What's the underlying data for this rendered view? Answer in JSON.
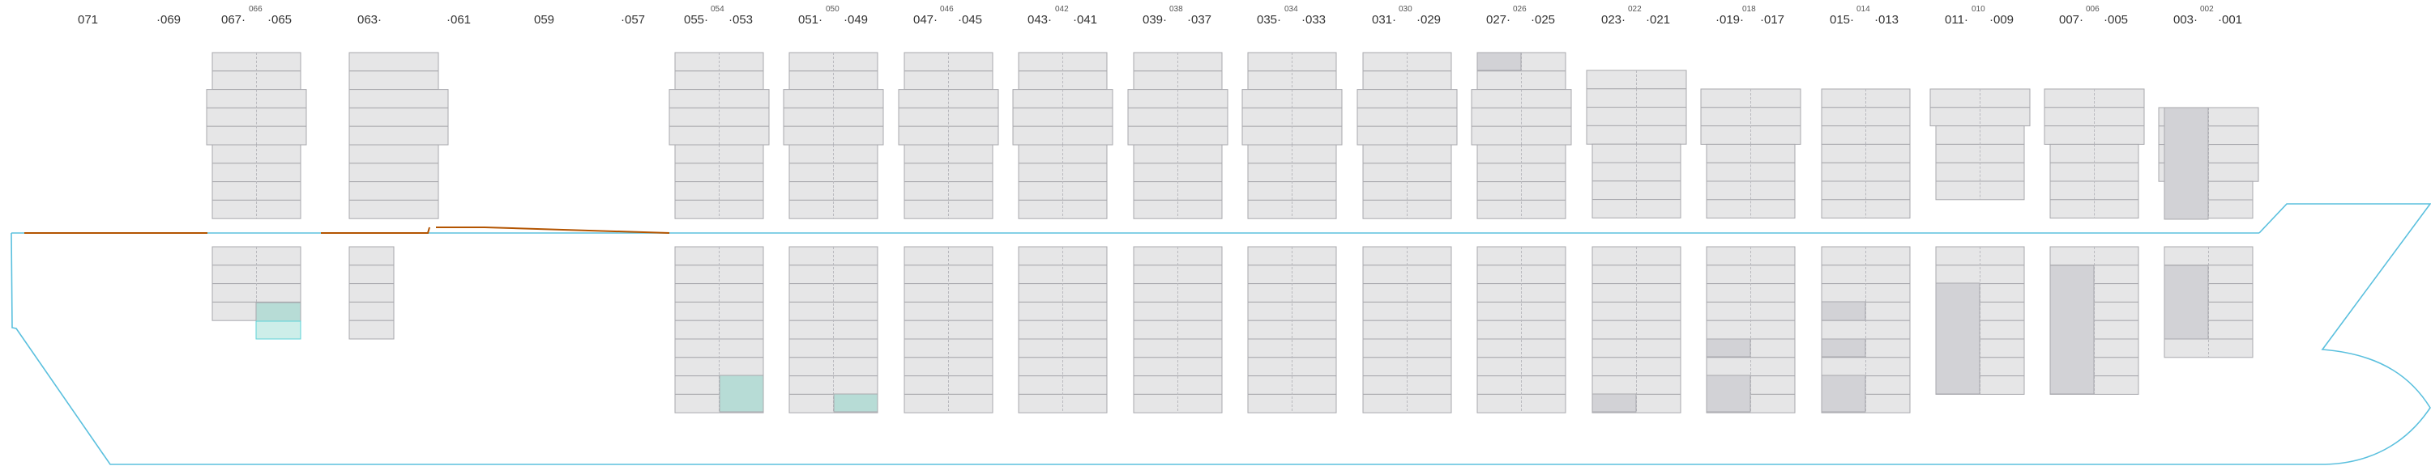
{
  "colors": {
    "hull": "#5bc0de",
    "hatch_line": "#b35400",
    "cell_fill": "#e6e6e7",
    "cell_stroke": "#a8a8ad",
    "cell_divider": "#b9b9be",
    "cell_dark": "#d2d2d6",
    "cell_teal": "#cdeee9",
    "cell_teal_dark": "#b7dcd6",
    "cell_cyan_stroke": "#5fd3d8",
    "label": "#333333",
    "label_small": "#555555"
  },
  "labels": {
    "big": [
      "071",
      "·069",
      "067·",
      "·065",
      "063·",
      "·061",
      "059",
      "·057",
      "055·",
      "·053",
      "051·",
      "·049",
      "047·",
      "·045",
      "043·",
      "·041",
      "039·",
      "·037",
      "035·",
      "·033",
      "031·",
      "·029",
      "027·",
      "·025",
      "023·",
      "·021",
      "·019·",
      "·017",
      "015·",
      "·013",
      "011·",
      "·009",
      "007·",
      "·005",
      "003·",
      "·001"
    ],
    "small": [
      "066",
      "054",
      "050",
      "046",
      "042",
      "038",
      "034",
      "030",
      "026",
      "022",
      "018",
      "014",
      "010",
      "006",
      "002"
    ]
  }
}
